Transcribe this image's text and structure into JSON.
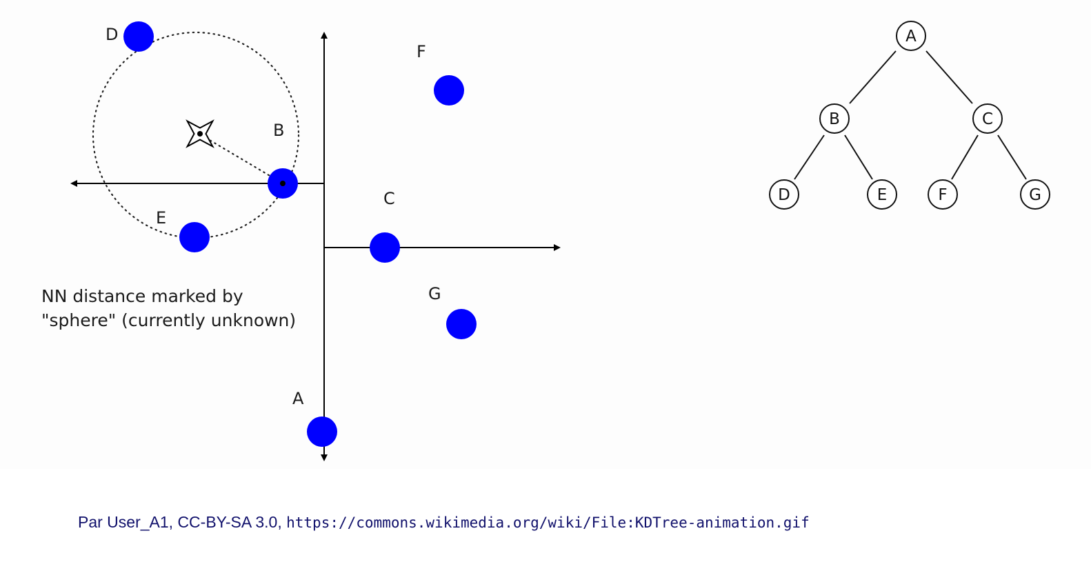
{
  "diagram": {
    "points": [
      {
        "id": "A",
        "label": "A"
      },
      {
        "id": "B",
        "label": "B"
      },
      {
        "id": "C",
        "label": "C"
      },
      {
        "id": "D",
        "label": "D"
      },
      {
        "id": "E",
        "label": "E"
      },
      {
        "id": "F",
        "label": "F"
      },
      {
        "id": "G",
        "label": "G"
      }
    ],
    "note_line1": "NN distance marked by",
    "note_line2": "\"sphere\" (currently unknown)",
    "point_color": "#0000ff",
    "tree": {
      "nodes": [
        {
          "id": "A",
          "label": "A"
        },
        {
          "id": "B",
          "label": "B"
        },
        {
          "id": "C",
          "label": "C"
        },
        {
          "id": "D",
          "label": "D"
        },
        {
          "id": "E",
          "label": "E"
        },
        {
          "id": "F",
          "label": "F"
        },
        {
          "id": "G",
          "label": "G"
        }
      ],
      "edges": [
        [
          "A",
          "B"
        ],
        [
          "A",
          "C"
        ],
        [
          "B",
          "D"
        ],
        [
          "B",
          "E"
        ],
        [
          "C",
          "F"
        ],
        [
          "C",
          "G"
        ]
      ]
    }
  },
  "credit": {
    "text": "Par User_A1, CC-BY-SA 3.0, ",
    "url": "https://commons.wikimedia.org/wiki/File:KDTree-animation.gif",
    "color": "#10106b"
  }
}
